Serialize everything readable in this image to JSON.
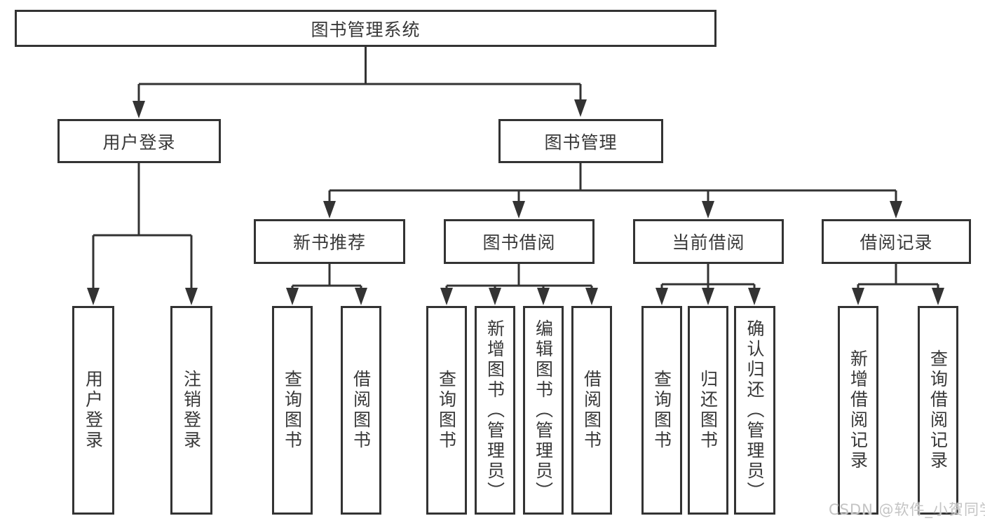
{
  "tree": {
    "root": {
      "label": "图书管理系统"
    },
    "branches": [
      {
        "label": "用户登录",
        "leaves": [
          {
            "label": "用户登录"
          },
          {
            "label": "注销登录"
          }
        ]
      },
      {
        "label": "图书管理",
        "groups": [
          {
            "label": "新书推荐",
            "leaves": [
              {
                "label": "查询图书"
              },
              {
                "label": "借阅图书"
              }
            ]
          },
          {
            "label": "图书借阅",
            "leaves": [
              {
                "label": "查询图书"
              },
              {
                "label": "新增图书（管理员）"
              },
              {
                "label": "编辑图书（管理员）"
              },
              {
                "label": "借阅图书"
              }
            ]
          },
          {
            "label": "当前借阅",
            "leaves": [
              {
                "label": "查询图书"
              },
              {
                "label": "归还图书"
              },
              {
                "label": "确认归还（管理员）"
              }
            ]
          },
          {
            "label": "借阅记录",
            "leaves": [
              {
                "label": "新增借阅记录"
              },
              {
                "label": "查询借阅记录"
              }
            ]
          }
        ]
      }
    ]
  },
  "watermark": {
    "text": "CSDN @软件_小贺同学"
  },
  "colors": {
    "line": "#333333",
    "text": "#383838",
    "watermark": "#c4c4c4",
    "background": "#ffffff"
  }
}
